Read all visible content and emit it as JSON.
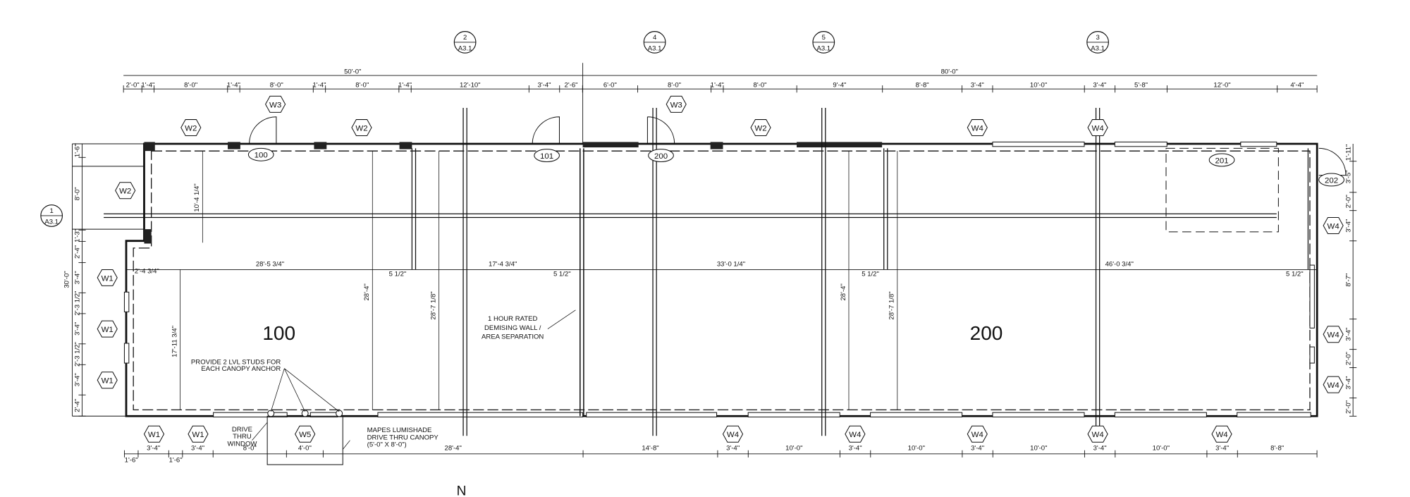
{
  "plan": {
    "north_label": "N",
    "rooms": [
      {
        "number": "100"
      },
      {
        "number": "200"
      }
    ],
    "gridlines": [
      {
        "num": "2",
        "sheet": "A3.1"
      },
      {
        "num": "4",
        "sheet": "A3.1"
      },
      {
        "num": "5",
        "sheet": "A3.1"
      },
      {
        "num": "3",
        "sheet": "A3.1"
      },
      {
        "num": "1",
        "sheet": "A3.1"
      }
    ],
    "overall_dims": {
      "top_left": "50'-0\"",
      "top_right": "80'-0\"",
      "left": "30'-0\""
    },
    "top_dims": [
      "2'-0\"",
      "1'-4\"",
      "8'-0\"",
      "1'-4\"",
      "8'-0\"",
      "1'-4\"",
      "8'-0\"",
      "1'-4\"",
      "12'-10\"",
      "3'-4\"",
      "2'-6\"",
      "6'-0\"",
      "8'-0\"",
      "1'-4\"",
      "8'-0\"",
      "9'-4\"",
      "8'-8\"",
      "3'-4\"",
      "10'-0\"",
      "3'-4\"",
      "5'-8\"",
      "12'-0\"",
      "4'-4\""
    ],
    "bottom_dims": [
      "1'-6\"",
      "3'-4\"",
      "1'-6\"",
      "3'-4\"",
      "8'-0\"",
      "4'-0\"",
      "28'-4\"",
      "14'-8\"",
      "3'-4\"",
      "10'-0\"",
      "3'-4\"",
      "10'-0\"",
      "3'-4\"",
      "10'-0\"",
      "3'-4\"",
      "10'-0\"",
      "3'-4\"",
      "8'-8\""
    ],
    "left_dims": [
      "1'-6\"",
      "8'-0\"",
      "1'-3\"",
      "2'-4\"",
      "3'-4\"",
      "2'-3 1/2\"",
      "3'-4\"",
      "2'-3 1/2\"",
      "3'-4\"",
      "2'-4\""
    ],
    "right_dims": [
      "1'-11\"",
      "3'-5\"",
      "2'-0\"",
      "3'-4\"",
      "8'-7\"",
      "3'-4\"",
      "2'-0\"",
      "3'-4\"",
      "2'-0\""
    ],
    "interior_dims": [
      "28'-5 3/4\"",
      "2'-4 3/4\"",
      "17'-4 3/4\"",
      "5 1/2\"",
      "5 1/2\"",
      "33'-0 1/4\"",
      "5 1/2\"",
      "46'-0 3/4\"",
      "5 1/2\"",
      "10'-4 1/4\"",
      "17'-11 3/4\"",
      "28'-4\"",
      "28'-7 1/8\"",
      "28'-4\"",
      "28'-7 1/8\""
    ],
    "window_tags": [
      "W2",
      "W3",
      "W2",
      "W3",
      "W2",
      "W4",
      "W4",
      "W2",
      "W1",
      "W1",
      "W1",
      "W4",
      "W4",
      "W4",
      "W1",
      "W1",
      "W5",
      "W4",
      "W4",
      "W4",
      "W4",
      "W4"
    ],
    "door_tags": [
      "100",
      "101",
      "200",
      "201",
      "202"
    ],
    "notes": {
      "demising": [
        "1 HOUR RATED",
        "DEMISING WALL /",
        "AREA SEPARATION"
      ],
      "studs": [
        "PROVIDE 2 LVL STUDS FOR",
        "EACH CANOPY ANCHOR"
      ],
      "drive_thru": [
        "DRIVE",
        "THRU",
        "WINDOW"
      ],
      "canopy": [
        "MAPES LUMISHADE",
        "DRIVE THRU CANOPY",
        "(5'-0\" X 8'-0\")"
      ]
    }
  }
}
